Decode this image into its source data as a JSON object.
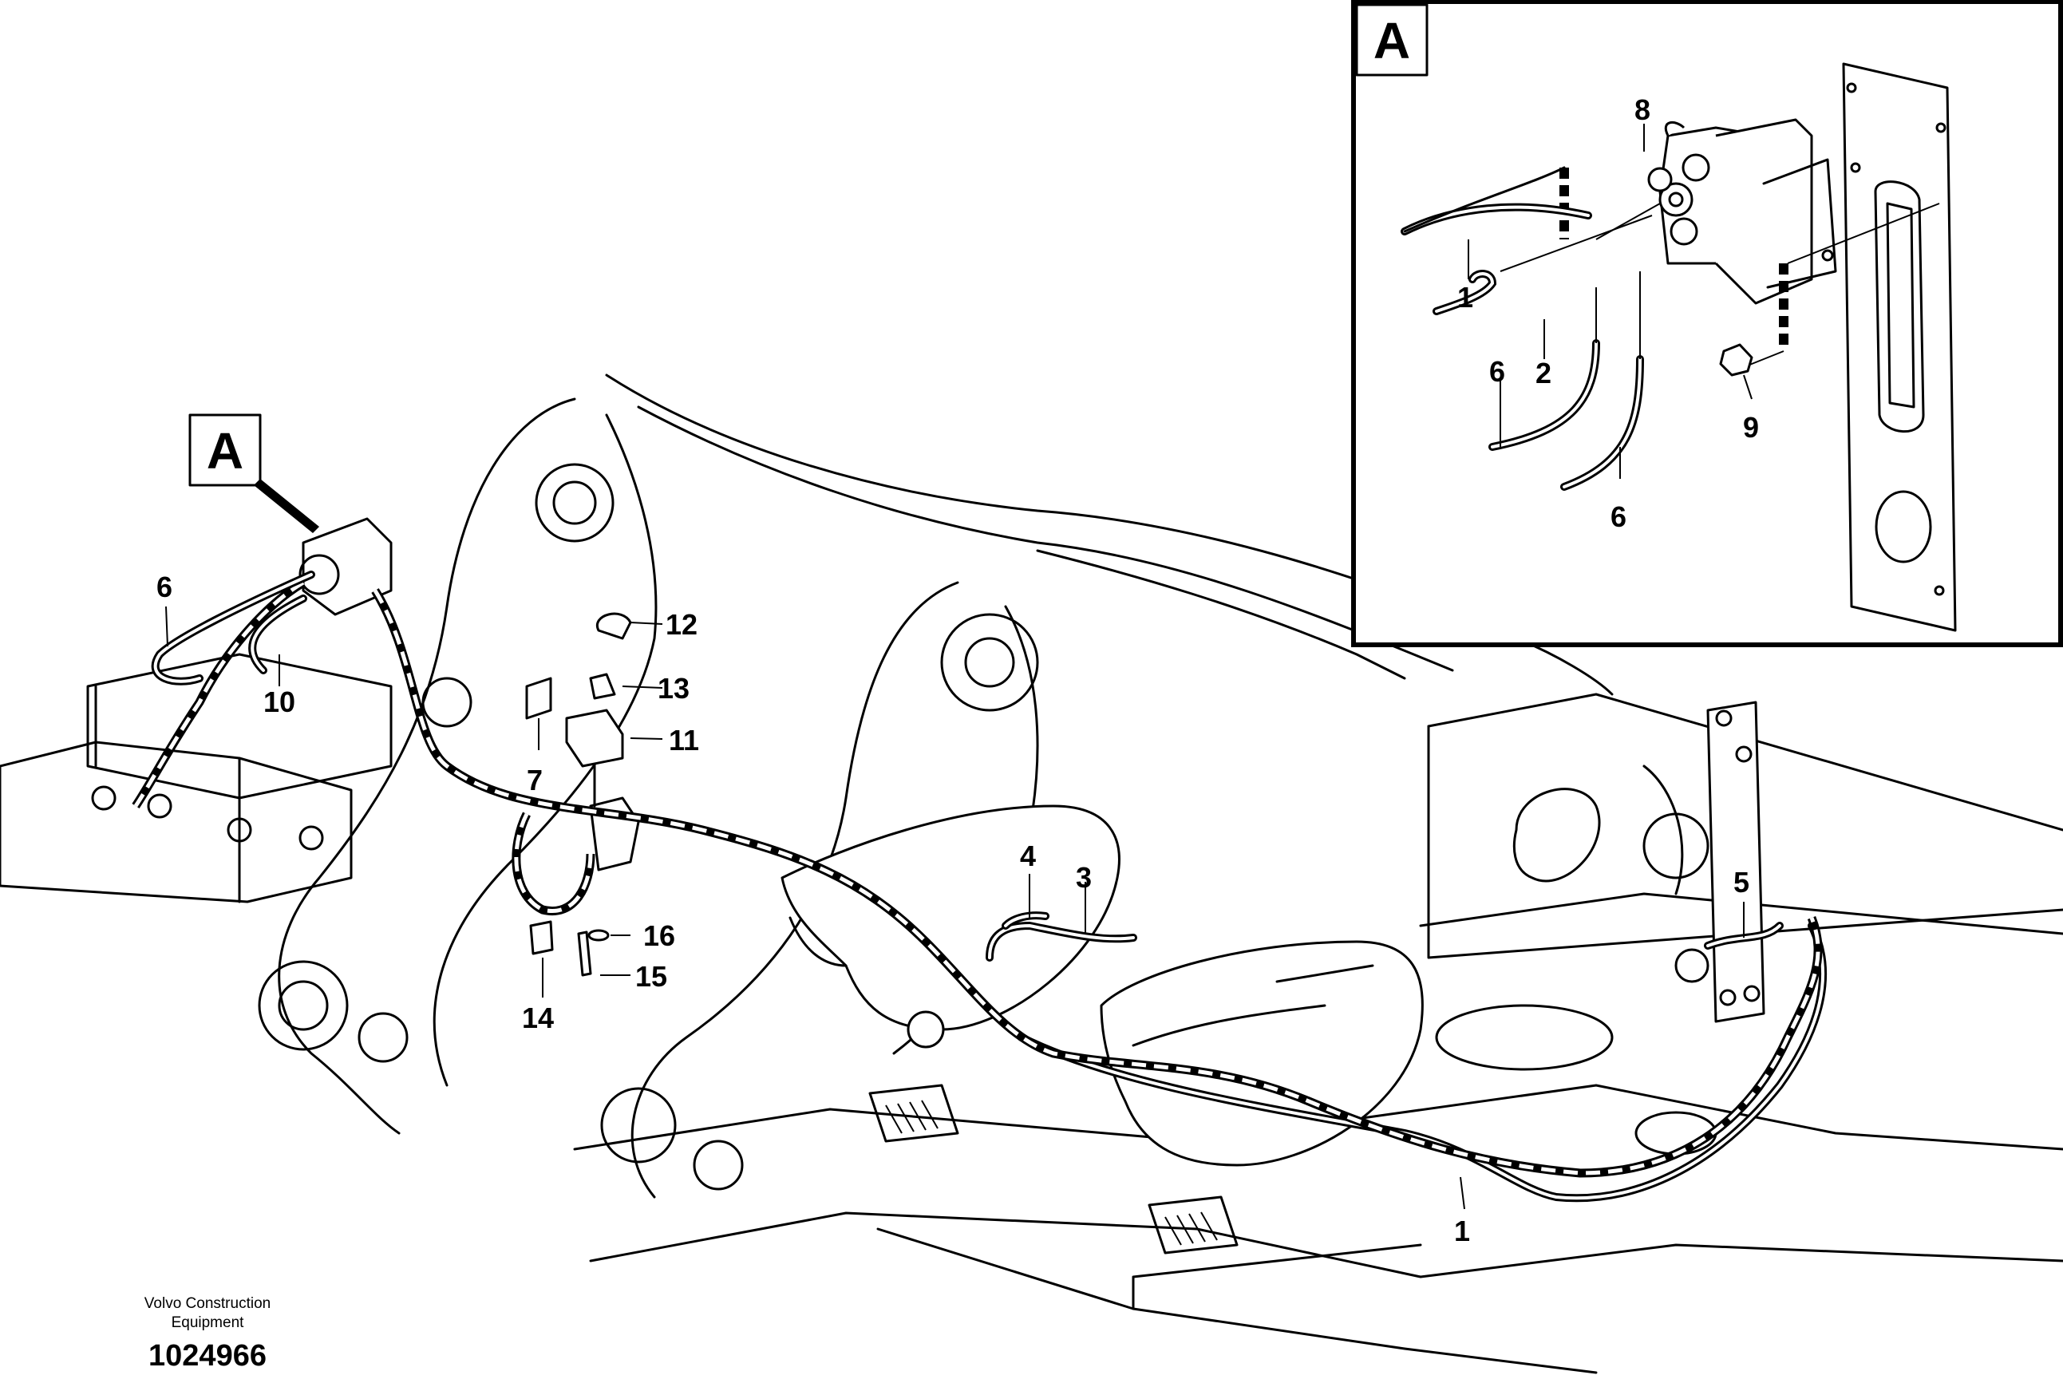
{
  "detail_view": {
    "label": "A"
  },
  "main_view": {
    "label": "A"
  },
  "callouts": {
    "c1": "1",
    "c2": "2",
    "c3": "3",
    "c4": "4",
    "c5": "5",
    "c6": "6",
    "c7": "7",
    "c8": "8",
    "c9": "9",
    "c10": "10",
    "c11": "11",
    "c12": "12",
    "c13": "13",
    "c14": "14",
    "c15": "15",
    "c16": "16"
  },
  "footer": {
    "company_line1": "Volvo Construction",
    "company_line2": "Equipment",
    "drawing_number": "1024966"
  }
}
